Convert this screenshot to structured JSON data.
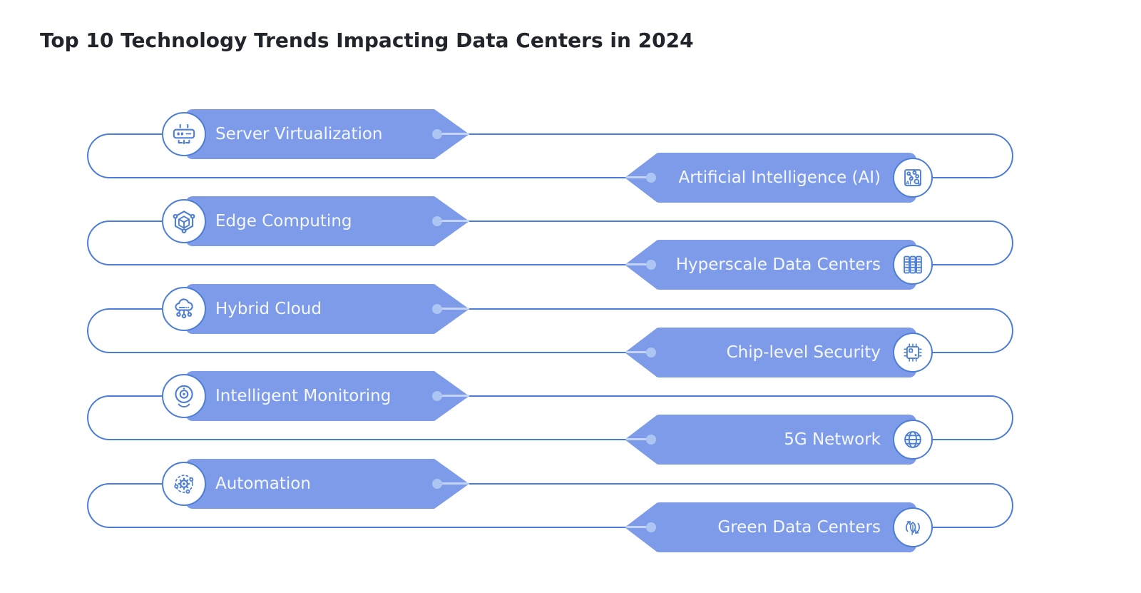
{
  "title": "Top 10 Technology Trends Impacting Data Centers in 2024",
  "trends": [
    {
      "label": "Server Virtualization",
      "side": "left",
      "icon": "server-virtualization-icon"
    },
    {
      "label": "Artificial Intelligence (AI)",
      "side": "right",
      "icon": "artificial-intelligence-icon"
    },
    {
      "label": "Edge Computing",
      "side": "left",
      "icon": "edge-computing-icon"
    },
    {
      "label": "Hyperscale Data Centers",
      "side": "right",
      "icon": "hyperscale-data-centers-icon"
    },
    {
      "label": "Hybrid Cloud",
      "side": "left",
      "icon": "hybrid-cloud-icon"
    },
    {
      "label": "Chip-level Security",
      "side": "right",
      "icon": "chip-level-security-icon"
    },
    {
      "label": "Intelligent Monitoring",
      "side": "left",
      "icon": "intelligent-monitoring-icon"
    },
    {
      "label": "5G Network",
      "side": "right",
      "icon": "5g-network-icon"
    },
    {
      "label": "Automation",
      "side": "left",
      "icon": "automation-icon"
    },
    {
      "label": "Green Data Centers",
      "side": "right",
      "icon": "green-data-centers-icon"
    }
  ],
  "ai_icon_text": "AI",
  "colors": {
    "banner_fill": "#7D9BE8",
    "connector_line": "#4A7CD8",
    "icon_stroke": "#4C7ED6",
    "connector_dot": "#ADC5F2",
    "stub_line": "#C3D4F6",
    "banner_text": "#F4F8FE",
    "title_text": "#21242B",
    "background": "#FFFFFF"
  }
}
